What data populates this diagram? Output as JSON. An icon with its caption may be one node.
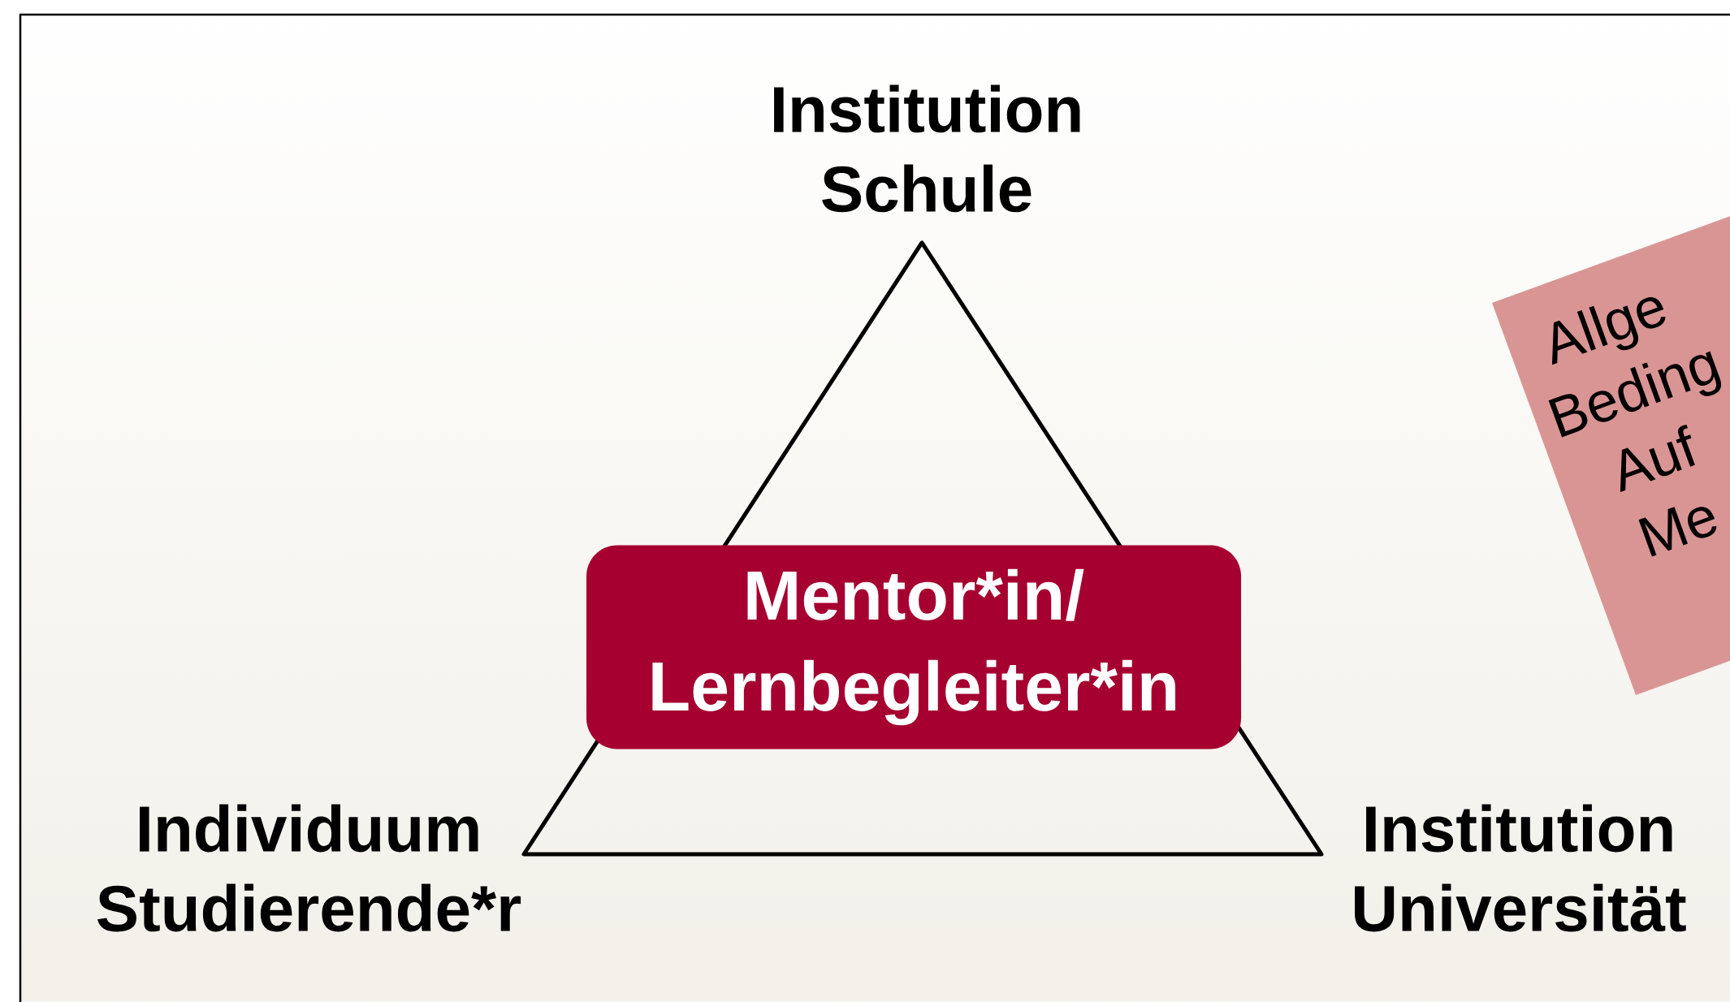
{
  "diagram": {
    "nodes": [
      {
        "text": [
          "Institution Schule"
        ]
      },
      {
        "text": [
          "Individuum Studierende*r"
        ]
      },
      {
        "text": [
          "Institution Universität"
        ]
      },
      {
        "text": [
          "Mentor*in/ Lernbegleiter*in"
        ]
      },
      {
        "text": [
          "Allge Beding Auf Me"
        ]
      }
    ]
  }
}
